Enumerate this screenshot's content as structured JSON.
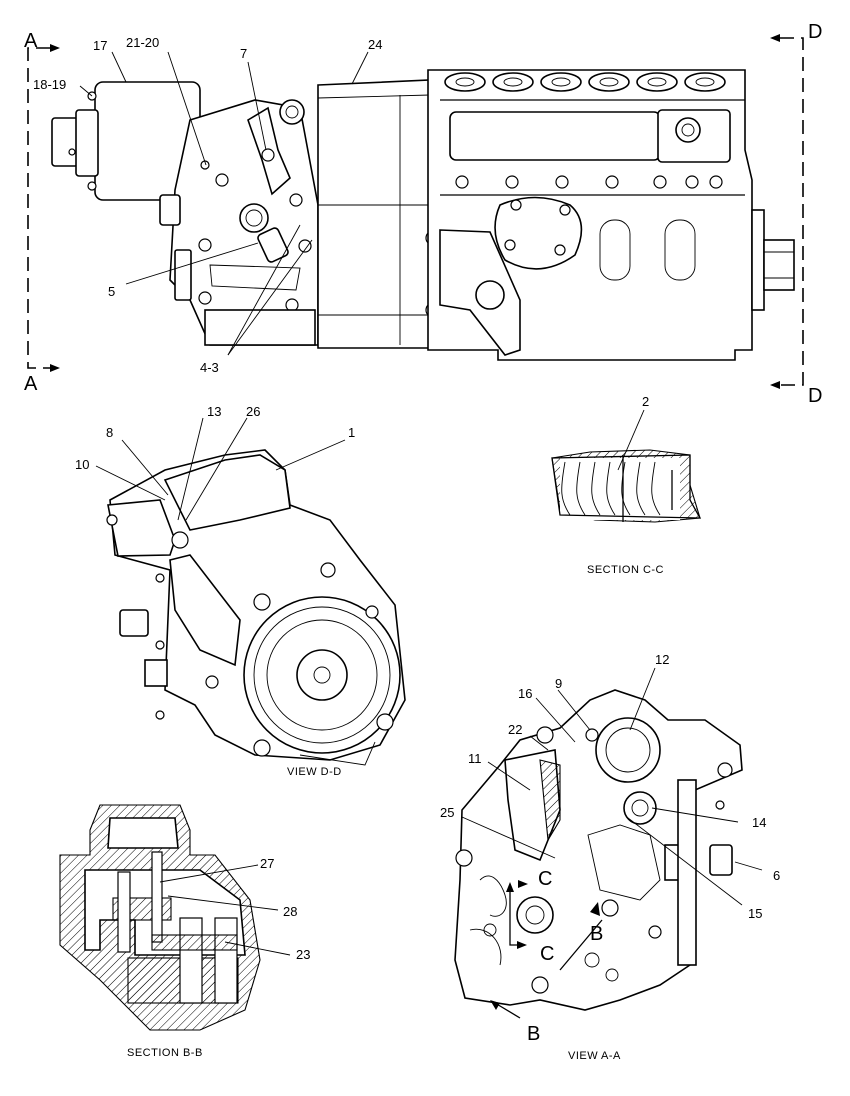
{
  "view_markers": {
    "a": "A",
    "d": "D",
    "b": "B",
    "c": "C"
  },
  "callouts": {
    "c1": "1",
    "c2": "2",
    "c5": "5",
    "c6": "6",
    "c7": "7",
    "c8": "8",
    "c9": "9",
    "c10": "10",
    "c11": "11",
    "c12": "12",
    "c13": "13",
    "c14": "14",
    "c15": "15",
    "c16": "16",
    "c17": "17",
    "c18_19": "18-19",
    "c21_20": "21-20",
    "c22": "22",
    "c23": "23",
    "c24": "24",
    "c25": "25",
    "c26": "26",
    "c27": "27",
    "c28": "28",
    "c4_3": "4-3"
  },
  "captions": {
    "section_cc": "SECTION C-C",
    "view_dd": "VIEW D-D",
    "section_bb": "SECTION B-B",
    "view_aa": "VIEW A-A"
  }
}
